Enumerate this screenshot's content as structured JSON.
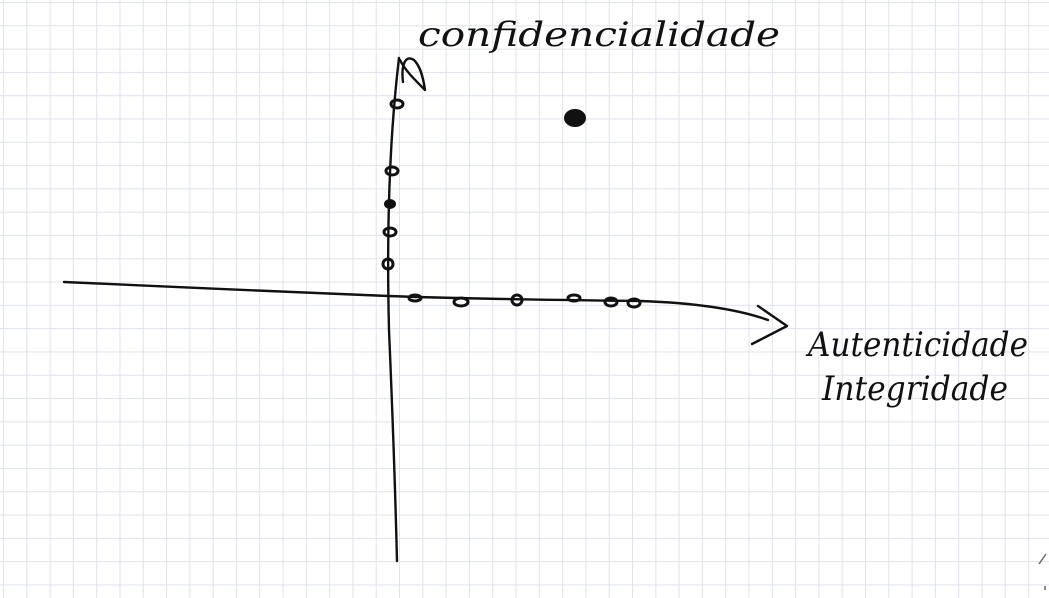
{
  "labels": {
    "y_axis": "confidencialidade",
    "x_axis_line1": "Autenticidade",
    "x_axis_line2": "Integridade"
  },
  "colors": {
    "ink": "#111111",
    "grid": "#dfe3ea",
    "paper": "#ffffff"
  },
  "points_on_y_axis": 5,
  "points_on_x_axis": 6,
  "free_points": 1
}
